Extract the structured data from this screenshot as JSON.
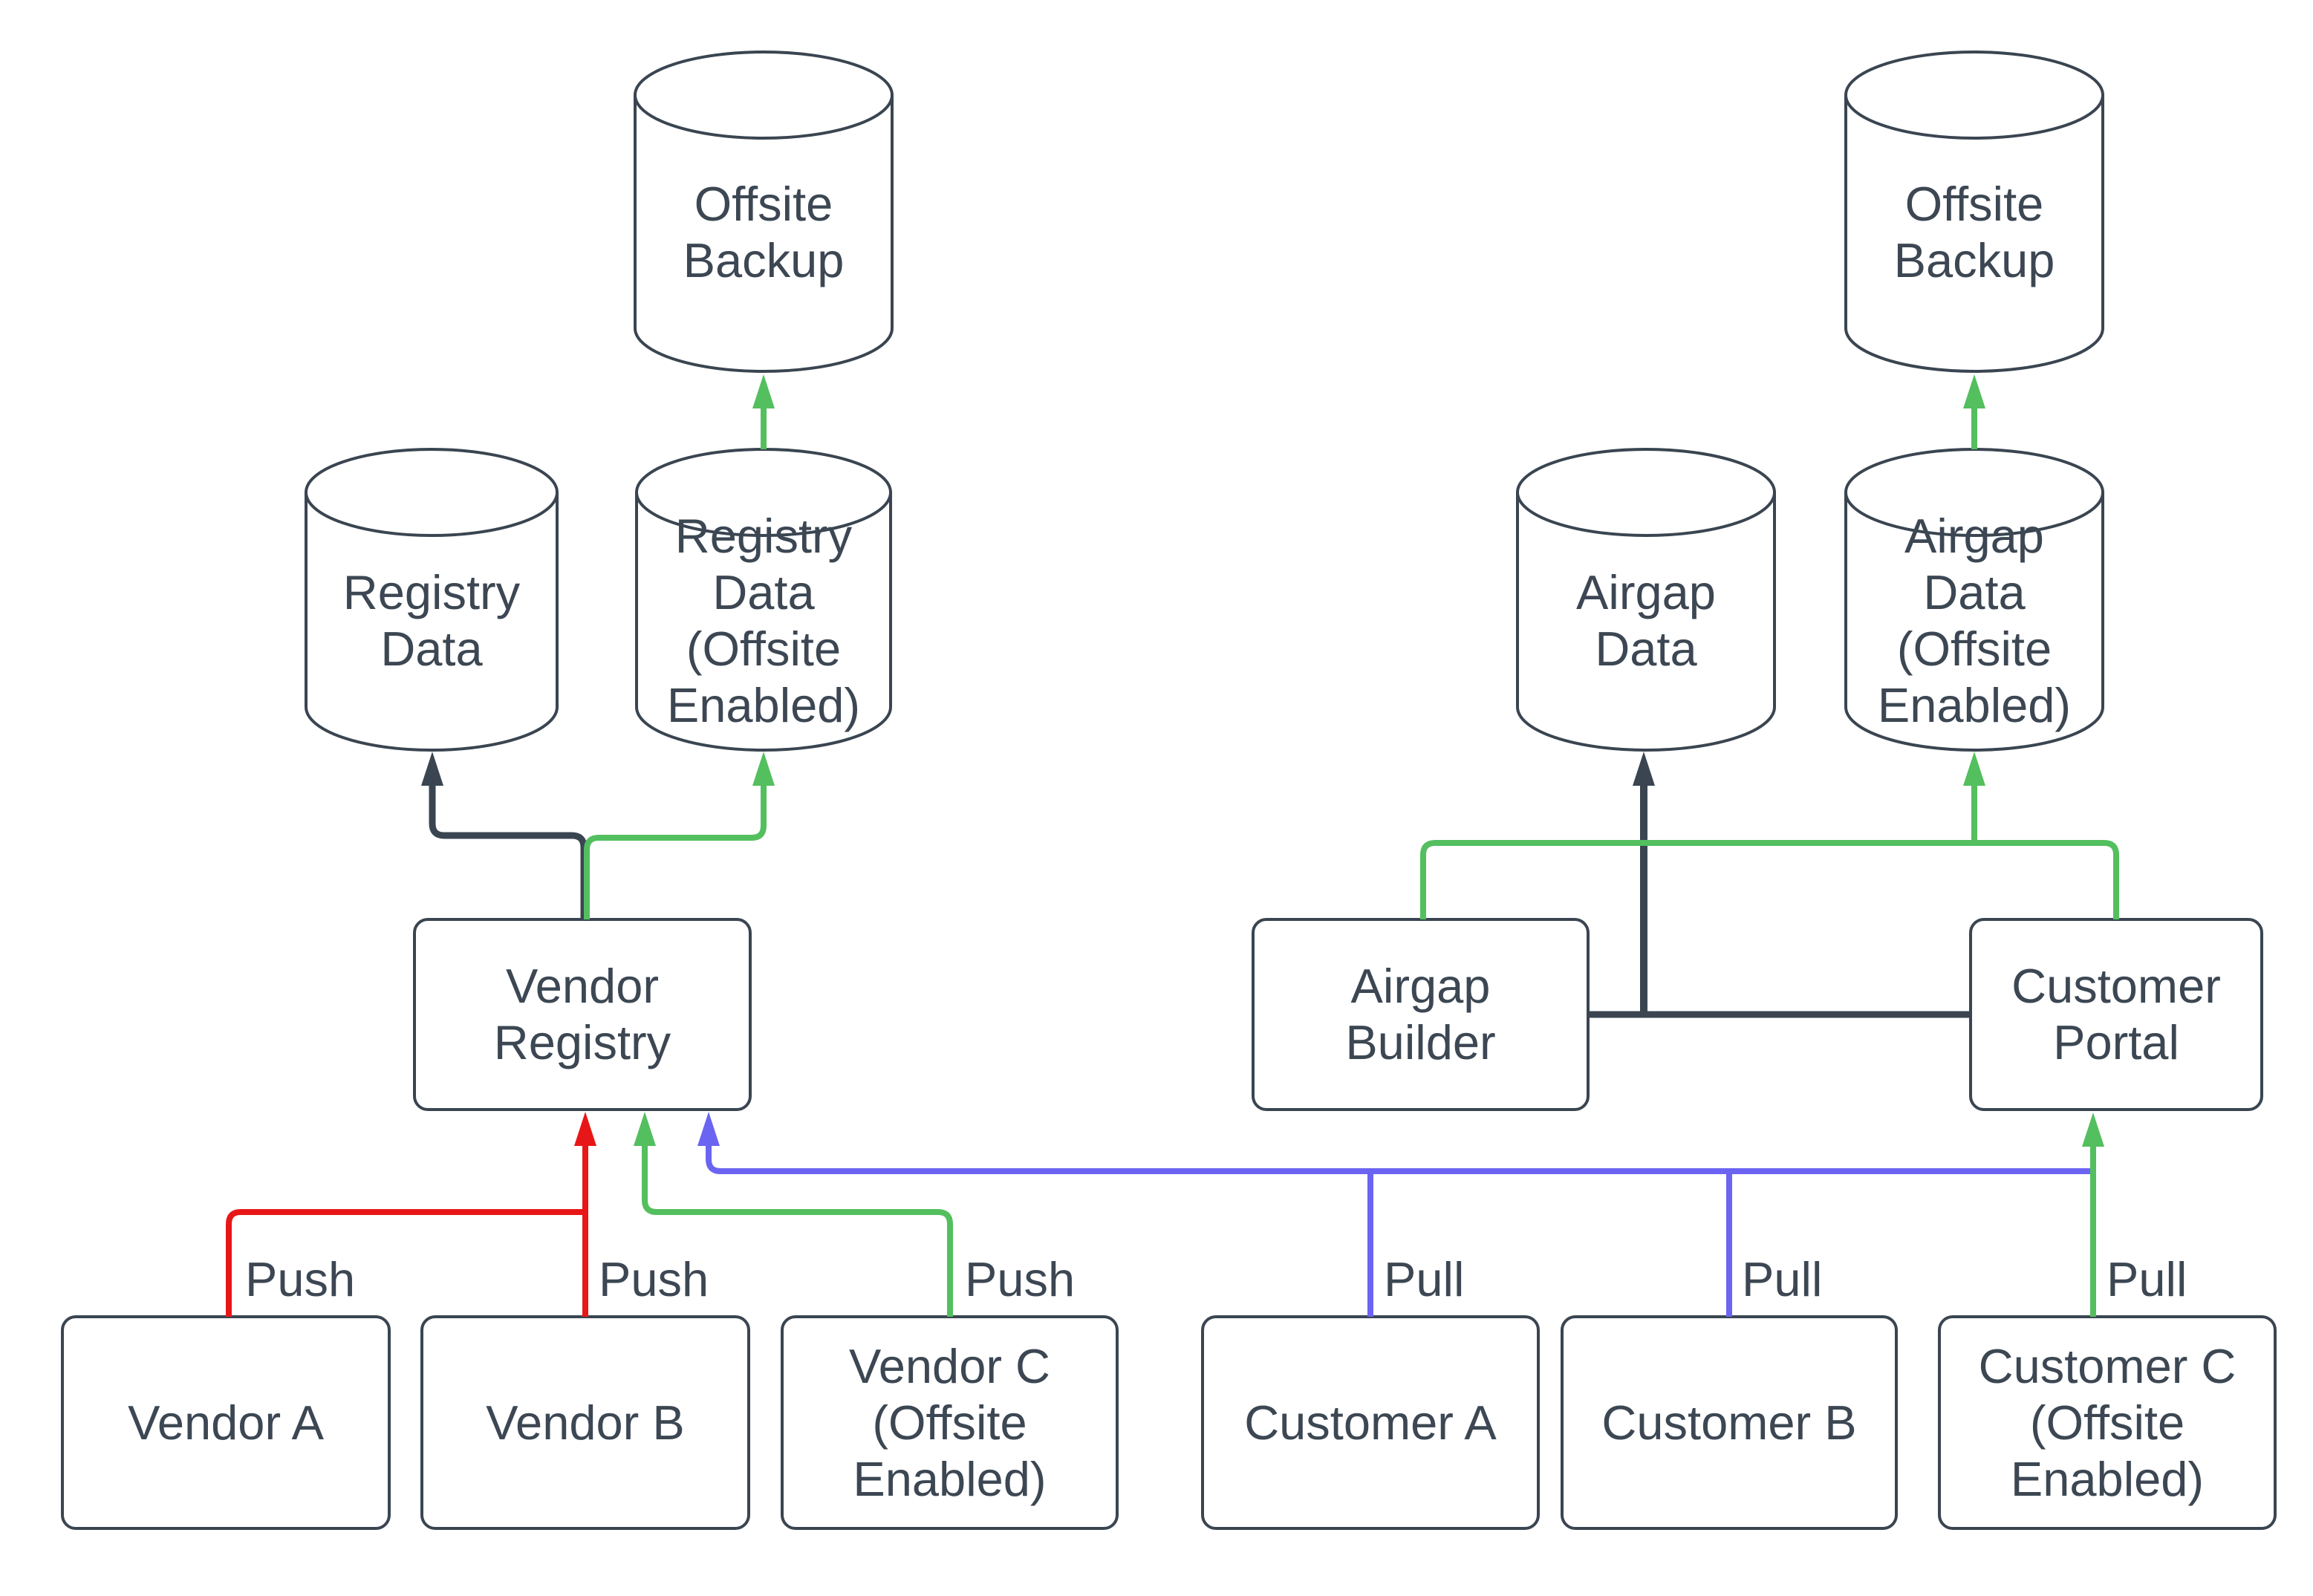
{
  "diagram": {
    "title": "Vendor registry and customer portal data-flow diagram",
    "colors": {
      "shape_stroke": "#3A4551",
      "text": "#3C4753",
      "push_vendor_ab": "#E81717",
      "offsite_enabled_flow": "#53BF5E",
      "pull_customer_ab": "#6B64F2",
      "internal_flow": "#3A4551",
      "background": "#FFFFFF"
    },
    "nodes": {
      "offsite_backup_left": "Offsite\nBackup",
      "offsite_backup_right": "Offsite\nBackup",
      "registry_data": "Registry\nData",
      "registry_data_offsite": "Registry\nData\n(Offsite\nEnabled)",
      "airgap_data": "Airgap\nData",
      "airgap_data_offsite": "Airgap\nData\n(Offsite\nEnabled)",
      "vendor_registry": "Vendor\nRegistry",
      "airgap_builder": "Airgap\nBuilder",
      "customer_portal": "Customer\nPortal",
      "vendor_a": "Vendor A",
      "vendor_b": "Vendor B",
      "vendor_c": "Vendor C\n(Offsite\nEnabled)",
      "customer_a": "Customer A",
      "customer_b": "Customer B",
      "customer_c": "Customer C\n(Offsite\nEnabled)"
    },
    "edge_labels": {
      "push_vendor_a": "Push",
      "push_vendor_b": "Push",
      "push_vendor_c": "Push",
      "pull_customer_a": "Pull",
      "pull_customer_b": "Pull",
      "pull_customer_c": "Pull"
    }
  }
}
